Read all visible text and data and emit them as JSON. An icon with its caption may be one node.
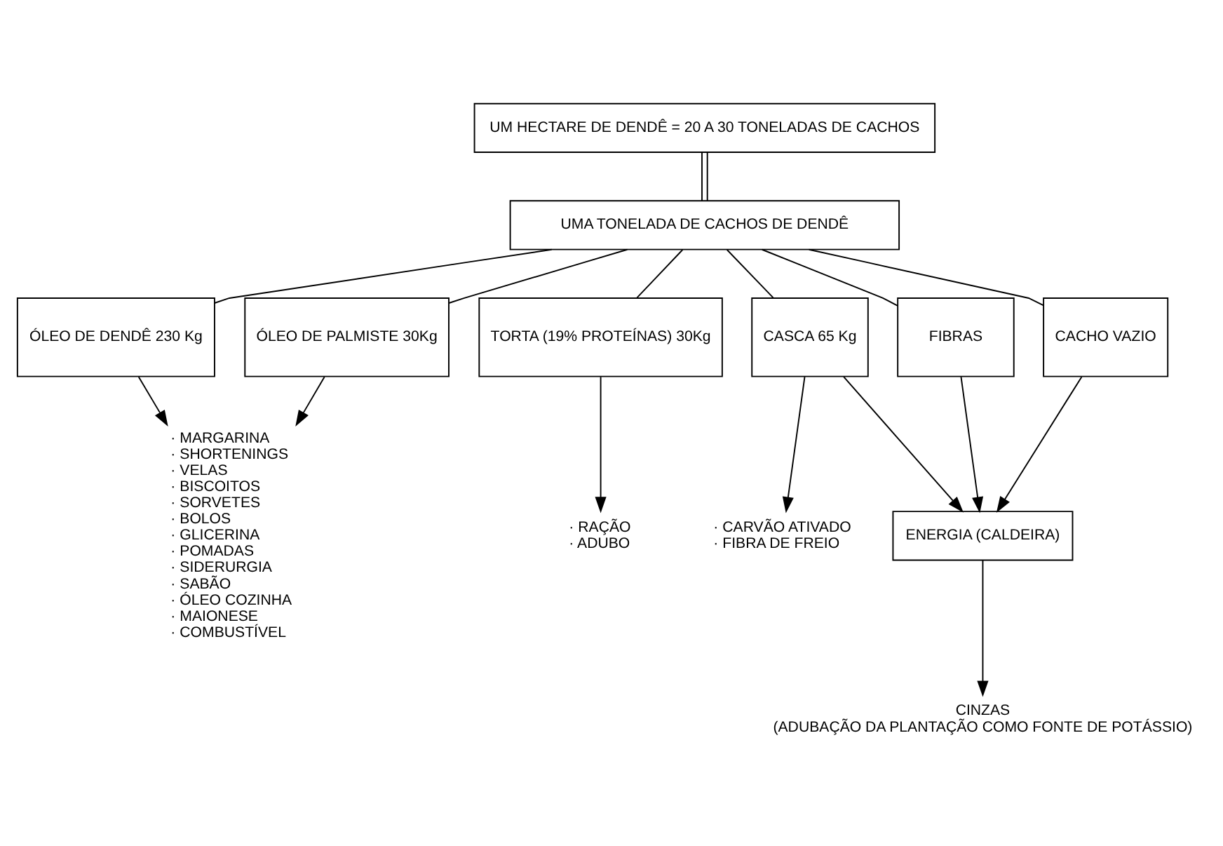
{
  "diagram": {
    "nodes": [
      {
        "text": [
          "UM HECTARE DE DENDÊ = 20 A 30 TONELADAS DE CACHOS"
        ]
      },
      {
        "text": [
          "UMA TONELADA DE CACHOS DE DENDÊ"
        ]
      },
      {
        "text": [
          "ÓLEO DE DENDÊ 230 Kg"
        ]
      },
      {
        "text": [
          "ÓLEO DE PALMISTE 30Kg"
        ]
      },
      {
        "text": [
          "TORTA (19% PROTEÍNAS) 30Kg"
        ]
      },
      {
        "text": [
          "CASCA 65 Kg"
        ]
      },
      {
        "text": [
          "FIBRAS"
        ]
      },
      {
        "text": [
          "CACHO VAZIO"
        ]
      },
      {
        "text": [
          "· MARGARINA",
          "· SHORTENINGS",
          "· VELAS",
          "· BISCOITOS",
          "· SORVETES",
          "· BOLOS",
          "· GLICERINA",
          "· POMADAS",
          "· SIDERURGIA",
          "· SABÃO",
          "· ÓLEO COZINHA",
          "· MAIONESE",
          "· COMBUSTÍVEL"
        ]
      },
      {
        "text": [
          "· RAÇÃO",
          "· ADUBO"
        ]
      },
      {
        "text": [
          "· CARVÃO ATIVADO",
          "· FIBRA DE FREIO"
        ]
      },
      {
        "text": [
          "ENERGIA (CALDEIRA)"
        ]
      },
      {
        "text": [
          "CINZAS",
          "(ADUBAÇÃO DA PLANTAÇÃO COMO FONTE DE POTÁSSIO)"
        ]
      }
    ],
    "edges": [
      {
        "from": 0,
        "to": 1,
        "arrow": "none"
      },
      {
        "from": 1,
        "to": 2,
        "arrow": "none"
      },
      {
        "from": 1,
        "to": 3,
        "arrow": "none"
      },
      {
        "from": 1,
        "to": 4,
        "arrow": "none"
      },
      {
        "from": 1,
        "to": 5,
        "arrow": "none"
      },
      {
        "from": 1,
        "to": 6,
        "arrow": "none"
      },
      {
        "from": 1,
        "to": 7,
        "arrow": "none"
      },
      {
        "from": 2,
        "to": 8,
        "arrow": "to"
      },
      {
        "from": 3,
        "to": 8,
        "arrow": "to"
      },
      {
        "from": 4,
        "to": 9,
        "arrow": "to"
      },
      {
        "from": 5,
        "to": 10,
        "arrow": "to"
      },
      {
        "from": 5,
        "to": 11,
        "arrow": "to"
      },
      {
        "from": 6,
        "to": 11,
        "arrow": "to"
      },
      {
        "from": 7,
        "to": 11,
        "arrow": "to"
      },
      {
        "from": 11,
        "to": 12,
        "arrow": "to"
      }
    ]
  }
}
